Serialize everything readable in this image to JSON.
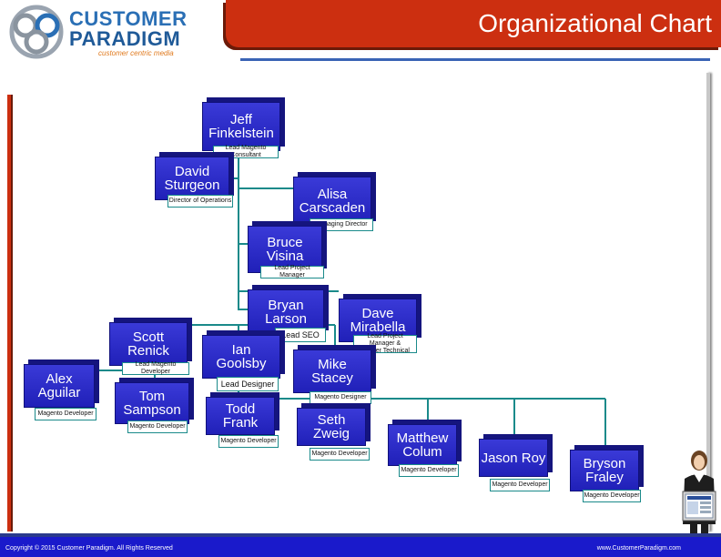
{
  "header": {
    "logo_line1": "CUSTOMER",
    "logo_line2": "PARADIGM",
    "logo_tagline": "customer centric media",
    "title": "Organizational Chart"
  },
  "footer": {
    "copyright": "Copyright © 2015 Customer Paradigm. All Rights Reserved",
    "website": "www.CustomerParadigm.com"
  },
  "org": [
    {
      "id": "jeff",
      "name": "Jeff\nFinkelstein",
      "role": "Lead Magento Consultant"
    },
    {
      "id": "david",
      "name": "David\nSturgeon",
      "role": "Director of Operations"
    },
    {
      "id": "alisa",
      "name": "Alisa\nCarscaden",
      "role": "Managing Director"
    },
    {
      "id": "bruce",
      "name": "Bruce\nVisina",
      "role": "Lead Project Manager"
    },
    {
      "id": "bryan",
      "name": "Bryan\nLarson",
      "role": "Lead SEO"
    },
    {
      "id": "dave",
      "name": "Dave\nMirabella",
      "role": "Lead Project Manager &\nPartner Technical"
    },
    {
      "id": "scott",
      "name": "Scott\nRenick",
      "role": "Lead Magento Developer"
    },
    {
      "id": "ian",
      "name": "Ian\nGoolsby",
      "role": "Lead Designer"
    },
    {
      "id": "mike",
      "name": "Mike\nStacey",
      "role": "Magento Designer"
    },
    {
      "id": "alex",
      "name": "Alex\nAguilar",
      "role": "Magento Developer"
    },
    {
      "id": "tom",
      "name": "Tom\nSampson",
      "role": "Magento Developer"
    },
    {
      "id": "todd",
      "name": "Todd Frank",
      "role": "Magento Developer"
    },
    {
      "id": "seth",
      "name": "Seth Zweig",
      "role": "Magento Developer"
    },
    {
      "id": "matthew",
      "name": "Matthew\nColum",
      "role": "Magento Developer"
    },
    {
      "id": "jason",
      "name": "Jason Roy",
      "role": "Magento Developer"
    },
    {
      "id": "bryson",
      "name": "Bryson\nFraley",
      "role": "Magento Developer"
    }
  ],
  "colors": {
    "title_bar": "#cc2f10",
    "box_blue": "#2020b8",
    "connector": "#1a8a8a",
    "footer": "#1a1acb"
  }
}
